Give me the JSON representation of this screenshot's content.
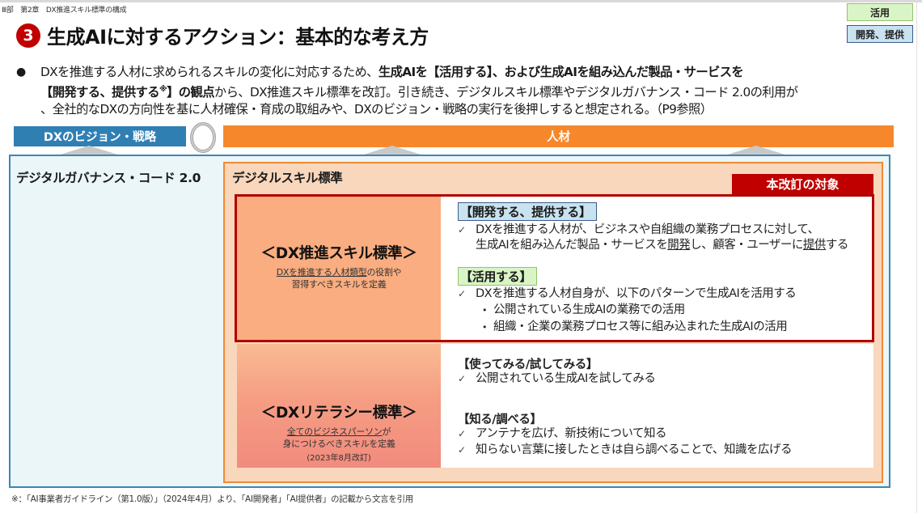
{
  "breadcrumb": "Ⅲ部　第2章　DX推進スキル標準の構成",
  "title": {
    "number": "3",
    "text": "生成AIに対するアクション：基本的な考え方"
  },
  "tags": {
    "use": "活用",
    "develop": "開発、提供"
  },
  "intro": {
    "line1_a": "DXを推進する人材に求められるスキルの変化に対応するため、",
    "line1_b": "生成AIを【活用する】、および生成AIを組み込んだ製品・サービスを",
    "line2_a": "【開発する、提供する",
    "line2_note": "※",
    "line2_b": "】の観点",
    "line2_c": "から、DX推進スキル標準を改訂。引き続き、デジタルスキル標準やデジタルガバナンス・コード 2.0の利用が",
    "line3": "、全社的なDXの方向性を基に人材確保・育成の取組みや、DXのビジョン・戦略の実行を後押しすると想定される。（P9参照）"
  },
  "diagram": {
    "vision_label": "DXのビジョン・戦略",
    "talent_label": "人材",
    "governance_title": "デジタルガバナンス・コード 2.0",
    "skill_standard_title": "デジタルスキル標準",
    "revision_target": "本改訂の対象",
    "dx_promotion": {
      "title": "＜DX推進スキル標準＞",
      "desc_underlined": "DXを推進する人材類型",
      "desc_rest": "の役割や",
      "desc_line2": "習得すべきスキルを定義"
    },
    "dx_literacy": {
      "title": "＜DXリテラシー標準＞",
      "desc_underlined": "全てのビジネスパーソン",
      "desc_rest": "が",
      "desc_line2": "身につけるべきスキルを定義",
      "note": "(2023年8月改訂)"
    },
    "develop_provide": {
      "label": "【開発する、提供する】",
      "item_line1": "DXを推進する人材が、ビジネスや自組織の業務プロセスに対して、",
      "item_line2_a": "生成AIを組み込んだ製品・サービスを",
      "item_line2_u1": "開発",
      "item_line2_b": "し、顧客・ユーザーに",
      "item_line2_u2": "提供",
      "item_line2_c": "する"
    },
    "utilize": {
      "label": "【活用する】",
      "item": "DXを推進する人材自身が、以下のパターンで生成AIを活用する",
      "sub_items": [
        "公開されている生成AIの業務での活用",
        "組織・企業の業務プロセス等に組み込まれた生成AIの活用"
      ]
    },
    "try": {
      "label": "【使ってみる/試してみる】",
      "items": [
        "公開されている生成AIを試してみる"
      ]
    },
    "know": {
      "label": "【知る/調べる】",
      "items": [
        "アンテナを広げ、新技術について知る",
        "知らない言葉に接したときは自ら調べることで、知識を広げる"
      ]
    }
  },
  "footnote": "※：「AI事業者ガイドライン（第1.0版）」（2024年4月）より、「AI開発者」「AI提供者」の記載から文言を引用",
  "colors": {
    "accent_red": "#c00000",
    "vision_blue": "#2f7fb3",
    "talent_orange": "#f7872b",
    "use_green": "#d9f5c6",
    "dev_blue": "#c8e2f0"
  }
}
